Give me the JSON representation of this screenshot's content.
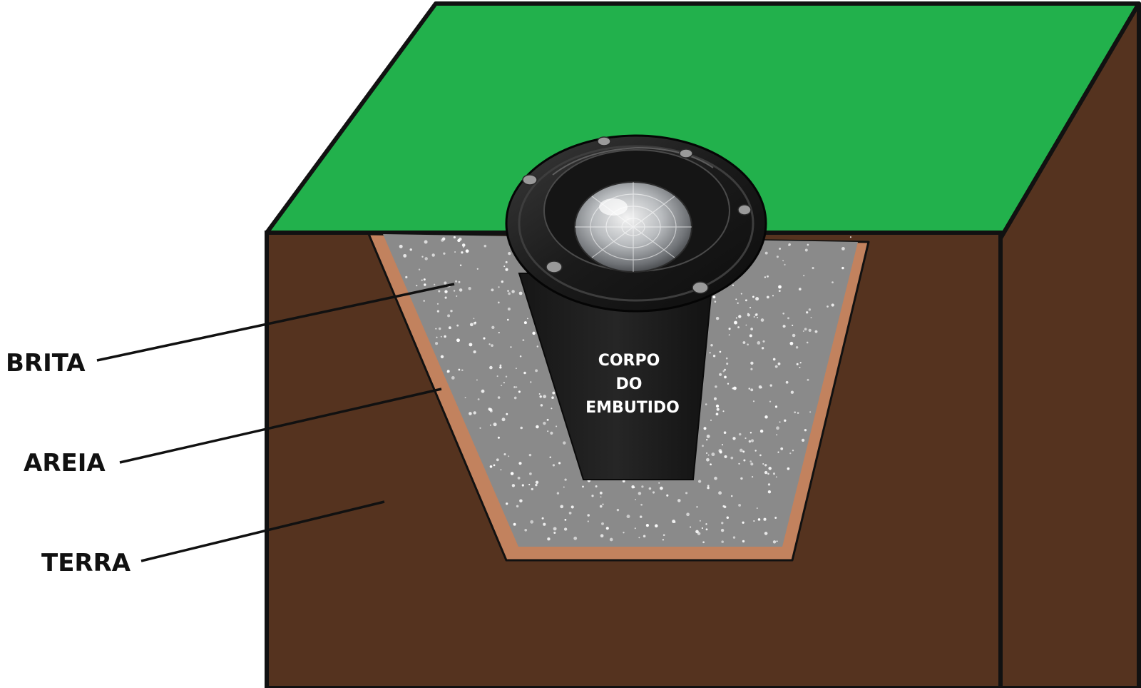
{
  "labels": {
    "brita": "BRITA",
    "areia": "AREIA",
    "terra": "TERRA",
    "body_line_1": "CORPO",
    "body_line_2": "DO",
    "body_line_3": "EMBUTIDO"
  },
  "colors": {
    "grass": "#22b14c",
    "soil": "#55331f",
    "sand": "#c2825e",
    "gravel": "#8a8a8a",
    "fixture": "#1e1e1e",
    "outline": "#111111"
  }
}
